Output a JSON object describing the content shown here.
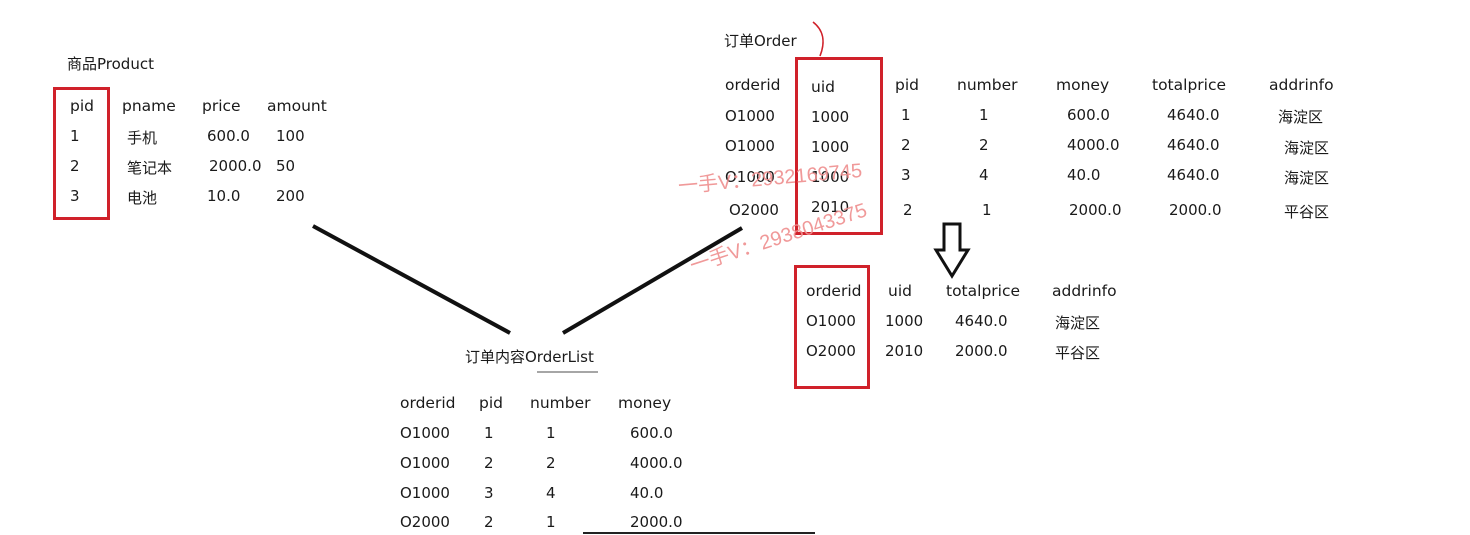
{
  "product": {
    "title": "商品Product",
    "headers": [
      "pid",
      "pname",
      "price",
      "amount"
    ],
    "rows": [
      [
        "1",
        "手机",
        "600.0",
        "100"
      ],
      [
        "2",
        "笔记本",
        "2000.0",
        "50"
      ],
      [
        "3",
        "电池",
        "10.0",
        "200"
      ]
    ]
  },
  "order": {
    "title": "订单Order",
    "headers": [
      "orderid",
      "uid",
      "pid",
      "number",
      "money",
      "totalprice",
      "addrinfo"
    ],
    "rows": [
      [
        "O1000",
        "1000",
        "1",
        "1",
        "600.0",
        "4640.0",
        "海淀区"
      ],
      [
        "O1000",
        "1000",
        "2",
        "2",
        "4000.0",
        "4640.0",
        "海淀区"
      ],
      [
        "O1000",
        "1000",
        "3",
        "4",
        "40.0",
        "4640.0",
        "海淀区"
      ],
      [
        "O2000",
        "2010",
        "2",
        "1",
        "2000.0",
        "2000.0",
        "平谷区"
      ]
    ]
  },
  "order_split": {
    "headers": [
      "orderid",
      "uid",
      "totalprice",
      "addrinfo"
    ],
    "rows": [
      [
        "O1000",
        "1000",
        "4640.0",
        "海淀区"
      ],
      [
        "O2000",
        "2010",
        "2000.0",
        "平谷区"
      ]
    ]
  },
  "orderlist": {
    "title": "订单内容OrderList",
    "headers": [
      "orderid",
      "pid",
      "number",
      "money"
    ],
    "rows": [
      [
        "O1000",
        "1",
        "1",
        "600.0"
      ],
      [
        "O1000",
        "2",
        "2",
        "4000.0"
      ],
      [
        "O1000",
        "3",
        "4",
        "40.0"
      ],
      [
        "O2000",
        "2",
        "1",
        "2000.0"
      ]
    ]
  },
  "watermarks": [
    "一手V：2932169745",
    "一手V：2938043375"
  ],
  "colors": {
    "highlight": "#d0212a",
    "watermark": "#ef8f8f",
    "text": "#1a1a1a"
  }
}
